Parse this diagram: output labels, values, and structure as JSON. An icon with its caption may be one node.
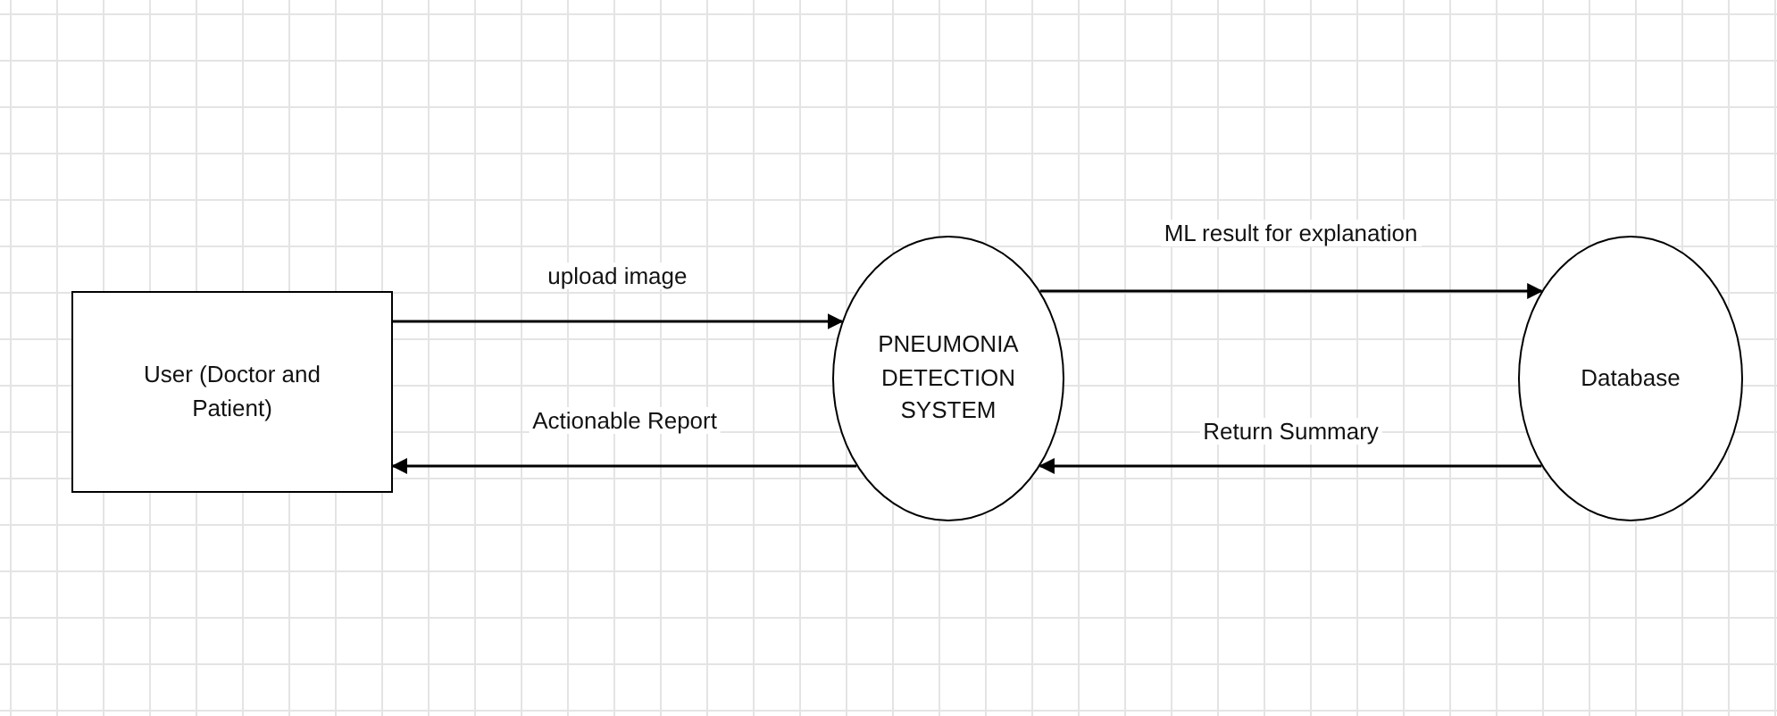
{
  "diagram": {
    "nodes": [
      {
        "text": [
          "User (Doctor and Patient)"
        ]
      },
      {
        "text": [
          "PNEUMONIA DETECTION SYSTEM"
        ]
      },
      {
        "text": [
          "Database"
        ]
      }
    ],
    "edges": [
      {
        "from": 0,
        "to": 1,
        "arrow": "to",
        "label": "upload image"
      },
      {
        "from": 1,
        "to": 0,
        "arrow": "to",
        "label": "Actionable Report"
      },
      {
        "from": 1,
        "to": 2,
        "arrow": "to",
        "label": "ML result for explanation"
      },
      {
        "from": 2,
        "to": 1,
        "arrow": "to",
        "label": "Return Summary"
      }
    ]
  }
}
